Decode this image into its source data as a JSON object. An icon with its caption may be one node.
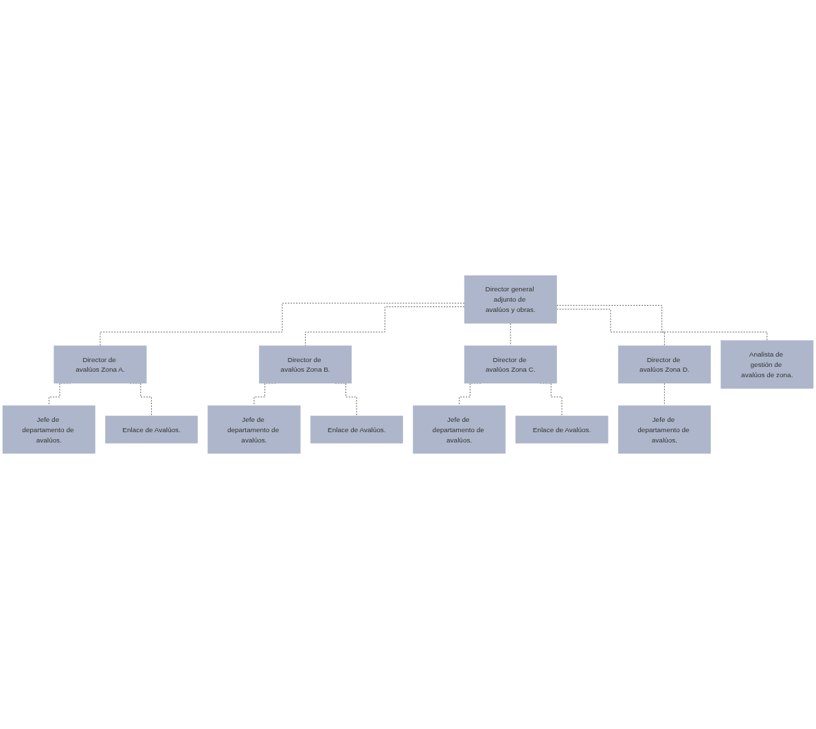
{
  "diagram": {
    "nodes": [
      {
        "text": [
          "Director general adjunto de avalúos y obras."
        ]
      },
      {
        "text": [
          "Director de avalúos Zona A."
        ]
      },
      {
        "text": [
          "Jefe de departamento de avalúos."
        ]
      },
      {
        "text": [
          "Enlace de Avalúos."
        ]
      },
      {
        "text": [
          "Director de avalúos Zona B."
        ]
      },
      {
        "text": [
          "Jefe de departamento de avalúos."
        ]
      },
      {
        "text": [
          "Enlace de Avalúos."
        ]
      },
      {
        "text": [
          "Director de avalúos Zona C."
        ]
      },
      {
        "text": [
          "Jefe de departamento de avalúos."
        ]
      },
      {
        "text": [
          "Enlace de Avalúos."
        ]
      },
      {
        "text": [
          "Director de avalúos Zona D."
        ]
      },
      {
        "text": [
          "Jefe de departamento de avalúos."
        ]
      },
      {
        "text": [
          "Analista de gestión de avalúos de zona."
        ]
      }
    ],
    "edges": [
      {
        "from": 0,
        "to": 1,
        "arrow": "none",
        "style": "dashed"
      },
      {
        "from": 0,
        "to": 4,
        "arrow": "none",
        "style": "dashed"
      },
      {
        "from": 0,
        "to": 7,
        "arrow": "none",
        "style": "dashed"
      },
      {
        "from": 0,
        "to": 10,
        "arrow": "none",
        "style": "dashed"
      },
      {
        "from": 0,
        "to": 12,
        "arrow": "none",
        "style": "dashed"
      },
      {
        "from": 1,
        "to": 2,
        "arrow": "none",
        "style": "dashed"
      },
      {
        "from": 1,
        "to": 3,
        "arrow": "none",
        "style": "dashed"
      },
      {
        "from": 4,
        "to": 5,
        "arrow": "none",
        "style": "dashed"
      },
      {
        "from": 4,
        "to": 6,
        "arrow": "none",
        "style": "dashed"
      },
      {
        "from": 7,
        "to": 8,
        "arrow": "none",
        "style": "dashed"
      },
      {
        "from": 7,
        "to": 9,
        "arrow": "none",
        "style": "dashed"
      },
      {
        "from": 10,
        "to": 11,
        "arrow": "none",
        "style": "dashed"
      }
    ]
  }
}
